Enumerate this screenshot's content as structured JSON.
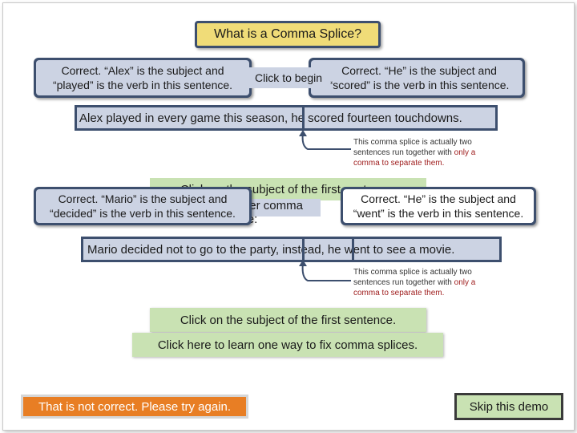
{
  "title": "What is a Comma Splice?",
  "start": {
    "label": "Click to begin"
  },
  "example1": {
    "sentence_parts": [
      "Alex played in every game this season,",
      " he scored fourteen touchdowns."
    ],
    "feedback_left": [
      "Correct.  “Alex” is the subject and",
      "“played” is the verb in this sentence."
    ],
    "feedback_right": [
      "Correct.  “He” is the subject and",
      "“scored” is the verb in this sentence."
    ],
    "note": {
      "before": "This comma splice is actually two sentences run together with ",
      "emphasis": "only a comma to separate them."
    }
  },
  "example2": {
    "sentence_parts": [
      "Mario decided not to go to the party,",
      " instead,",
      " he went to see a movie."
    ],
    "feedback_left": [
      "Correct.  “Mario” is the subject and",
      "“decided” is the verb in this sentence."
    ],
    "feedback_right": [
      "Correct.  “He” is the subject and",
      "“went” is the verb in this sentence."
    ],
    "caption_back_1": "Click on the subject of the first sentence.",
    "caption_back_2": "Here is another comma splice:",
    "note": {
      "before": "This comma splice is actually two sentences run together with ",
      "emphasis": "only a comma to separate them."
    }
  },
  "instructions": {
    "subject_prompt": "Click on the subject of the first sentence.",
    "learn_link": "Click here to learn one way to fix comma splices."
  },
  "error_message": "That is not correct. Please try again.",
  "skip_button": "Skip this demo",
  "colors": {
    "box_border": "#3d4f6e",
    "box_fill": "#ccd3e3",
    "title_fill": "#f0dc78",
    "green": "#c9e2b3",
    "orange": "#e87e24"
  }
}
